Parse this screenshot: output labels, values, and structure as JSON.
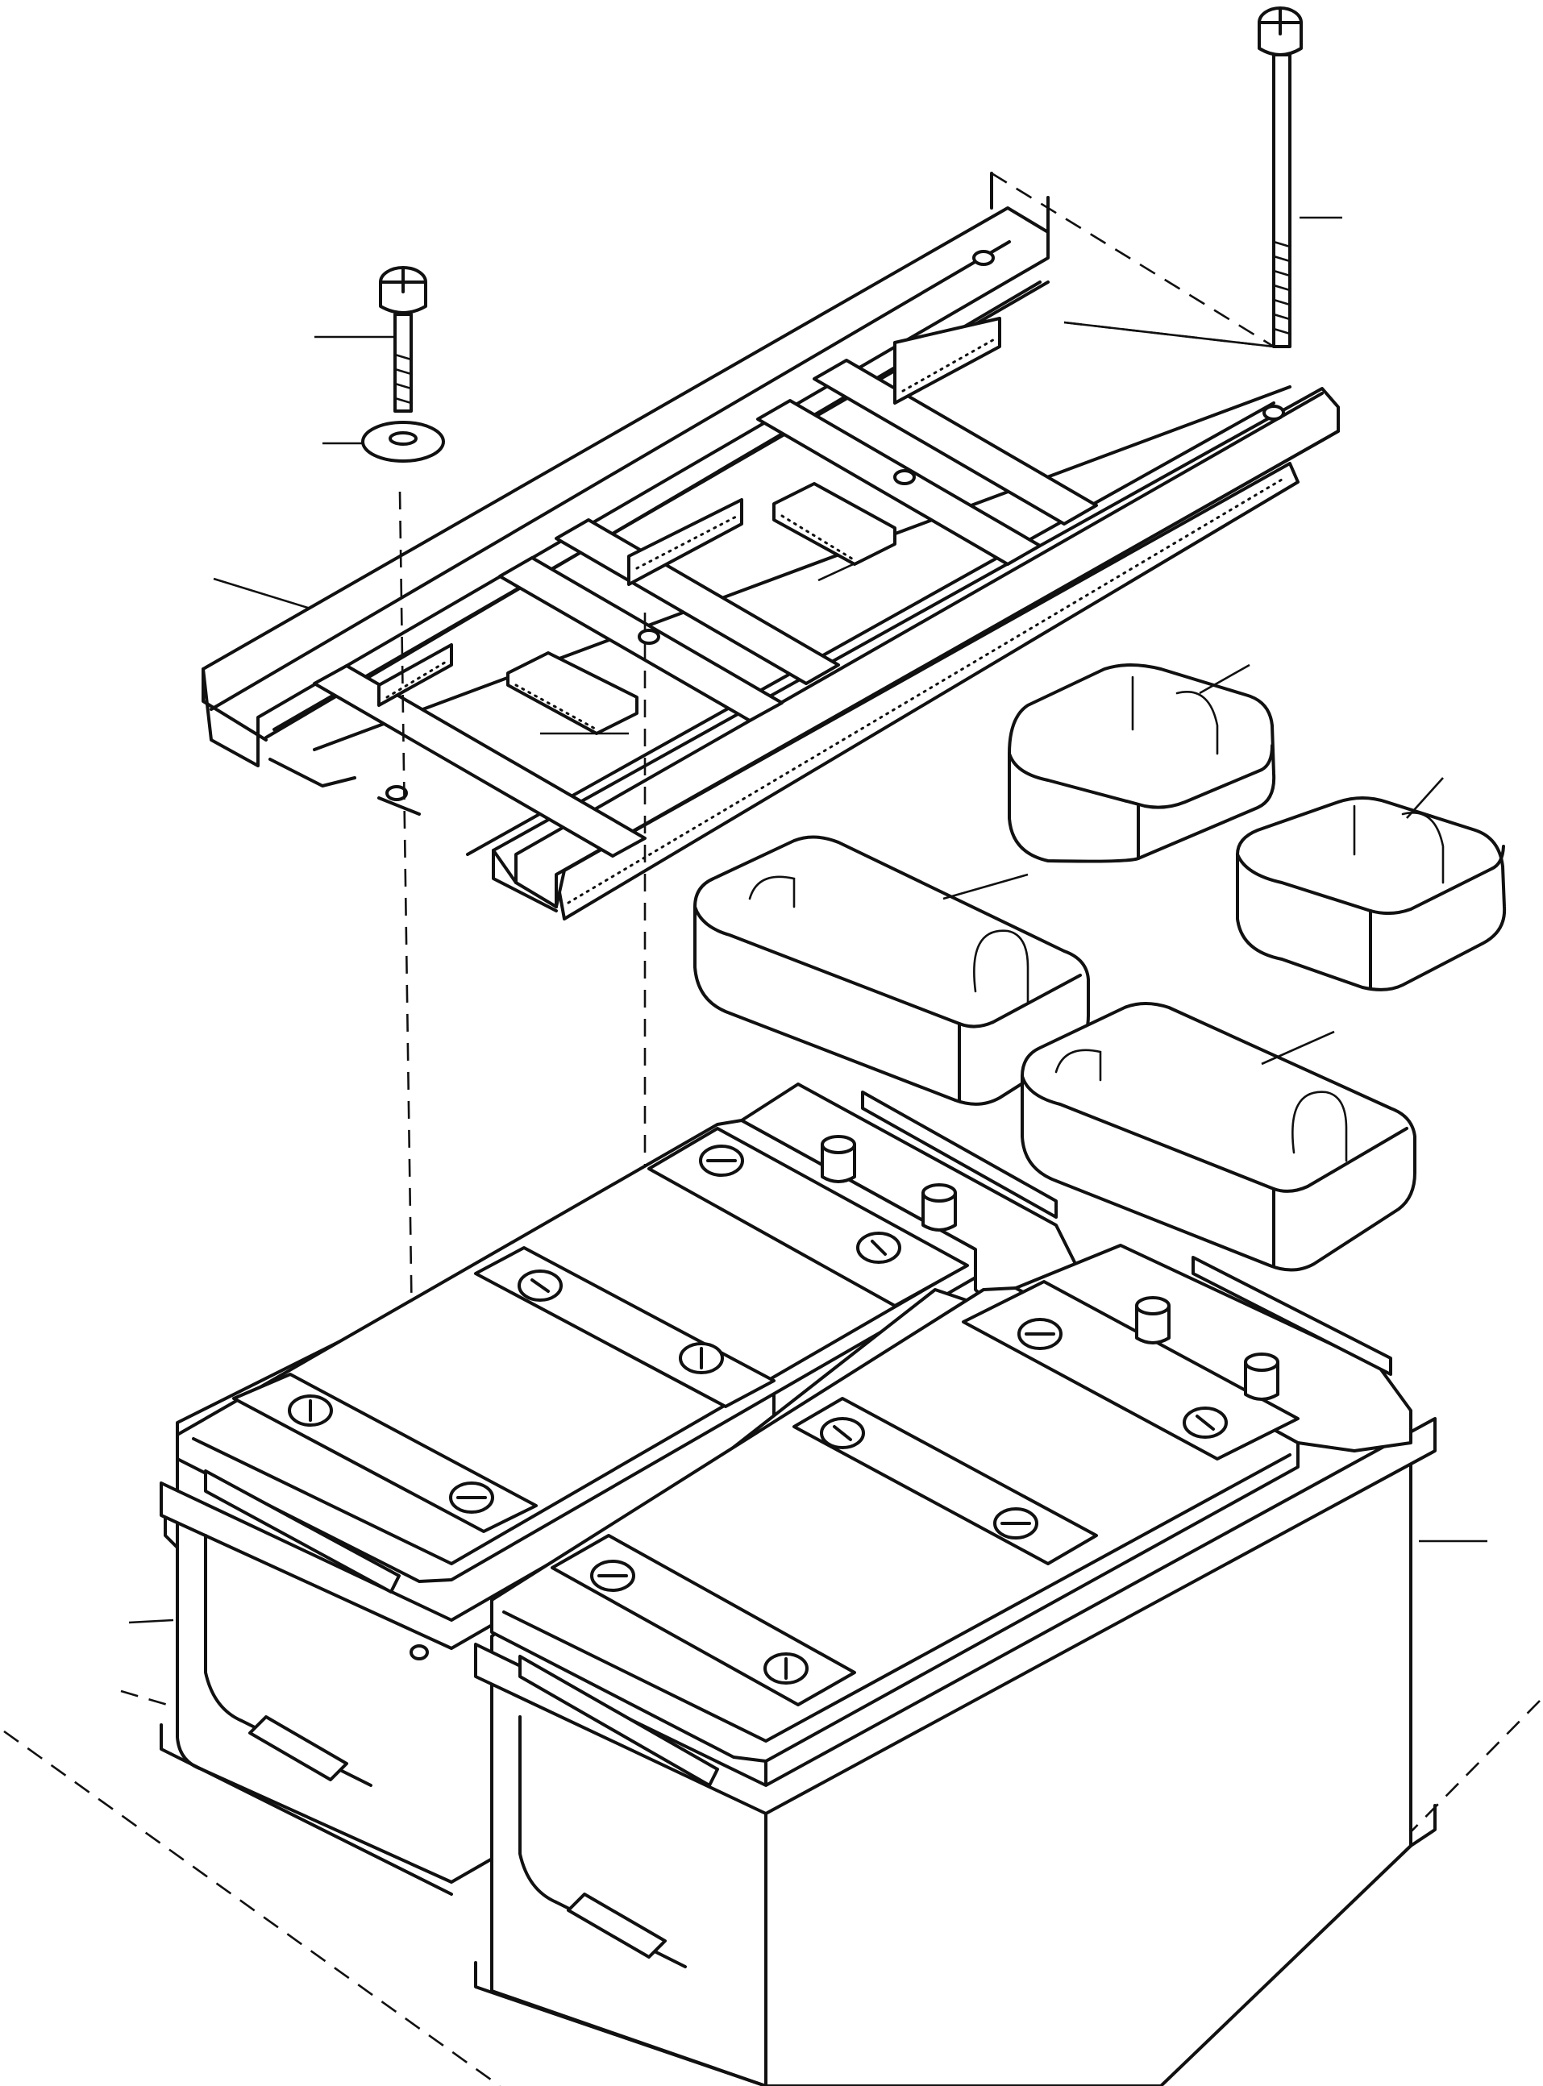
{
  "figure": {
    "colors": {
      "line": "#111111",
      "background": "#ffffff"
    },
    "parts": [
      {
        "id": "long-bolt",
        "icon": "long-bolt-icon"
      },
      {
        "id": "short-bolt",
        "icon": "short-bolt-icon"
      },
      {
        "id": "washer",
        "icon": "washer-icon"
      },
      {
        "id": "battery-hold-down-frame",
        "icon": "frame-icon"
      },
      {
        "id": "frame-pad-left",
        "icon": "pad-icon"
      },
      {
        "id": "frame-pad-right",
        "icon": "pad-icon"
      },
      {
        "id": "small-terminal-cover-back",
        "icon": "cover-icon"
      },
      {
        "id": "small-terminal-cover-front",
        "icon": "cover-icon"
      },
      {
        "id": "large-terminal-cover-left",
        "icon": "cover-icon"
      },
      {
        "id": "large-terminal-cover-right",
        "icon": "cover-icon"
      },
      {
        "id": "battery-left",
        "icon": "battery-icon"
      },
      {
        "id": "battery-right",
        "icon": "battery-icon"
      }
    ]
  }
}
